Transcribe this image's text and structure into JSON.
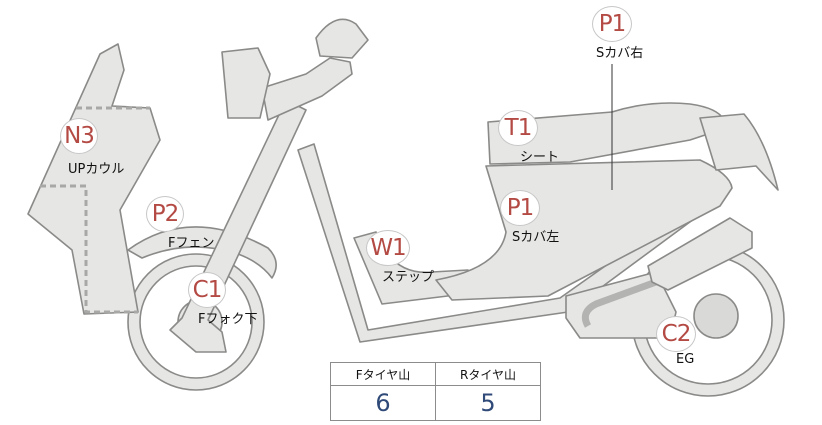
{
  "parts": [
    {
      "id": "front-upper-cowl",
      "code": "N3",
      "label": "UPカウル"
    },
    {
      "id": "front-fender",
      "code": "P2",
      "label": "Fフェン"
    },
    {
      "id": "front-fork-lower",
      "code": "C1",
      "label": "Fフォク下"
    },
    {
      "id": "step",
      "code": "W1",
      "label": "ステップ"
    },
    {
      "id": "seat",
      "code": "T1",
      "label": "シート"
    },
    {
      "id": "side-cover-left",
      "code": "P1",
      "label": "Sカバ左"
    },
    {
      "id": "side-cover-right",
      "code": "P1",
      "label": "Sカバ右"
    },
    {
      "id": "engine",
      "code": "C2",
      "label": "EG"
    }
  ],
  "tread": {
    "front_header": "Fタイヤ山",
    "rear_header": "Rタイヤ山",
    "front_value": "6",
    "rear_value": "5"
  },
  "colors": {
    "body": "#e6e6e4",
    "outline": "#8a8a88",
    "code": "#b44a44",
    "value": "#2f4a78"
  }
}
